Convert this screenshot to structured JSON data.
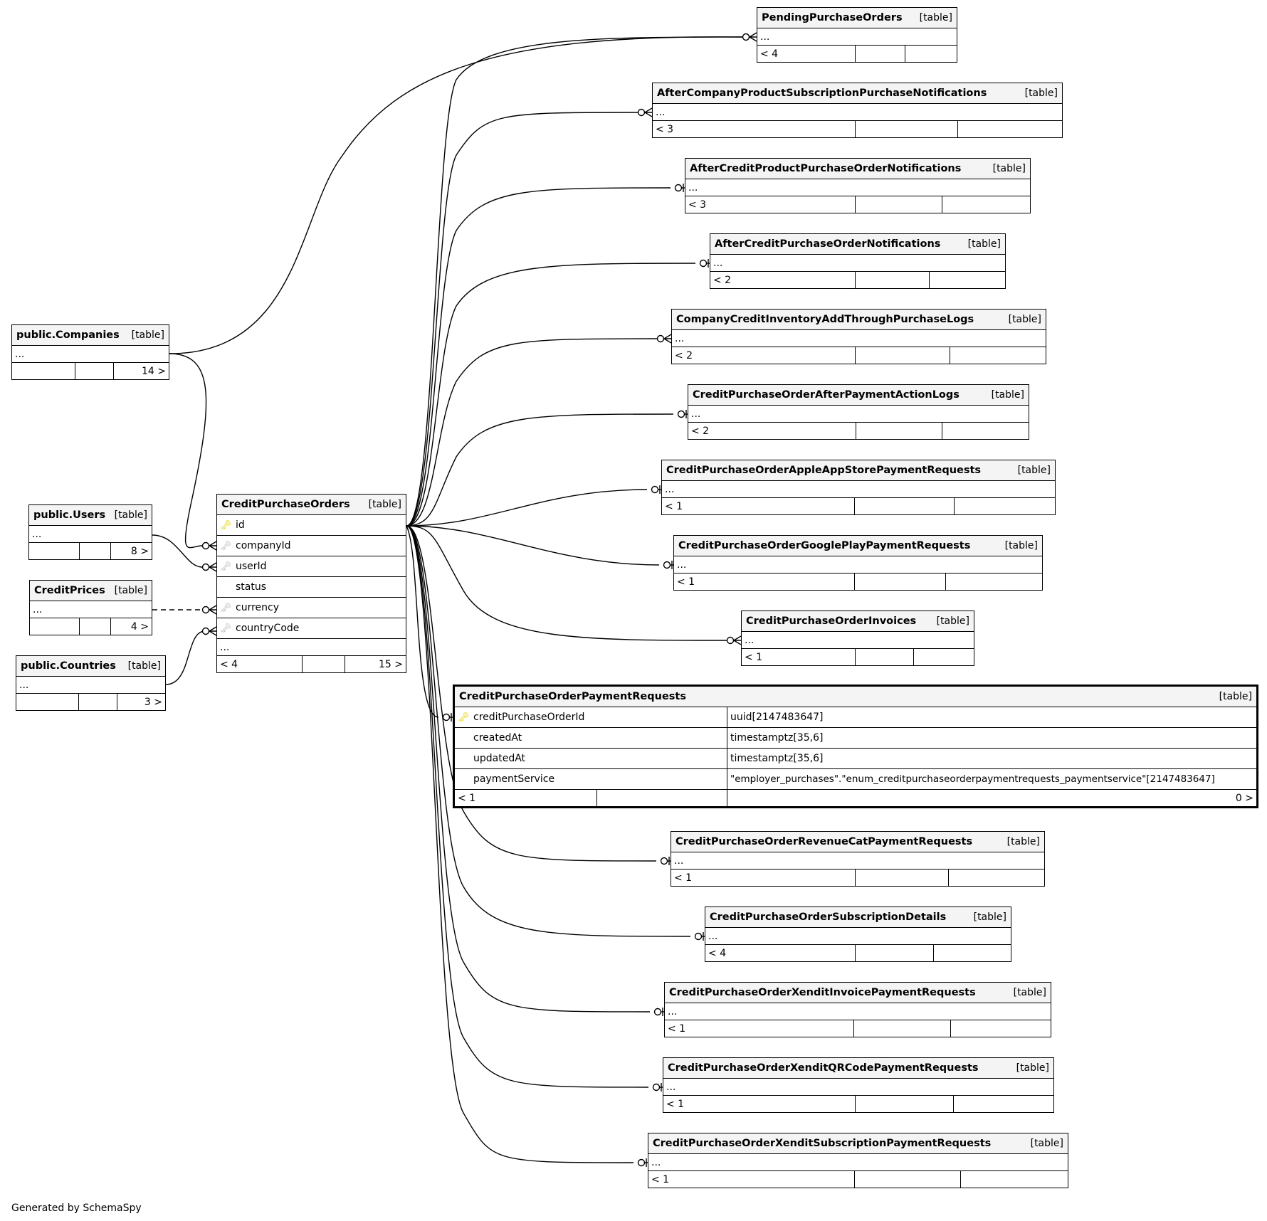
{
  "footer_text": "Generated by SchemaSpy",
  "table_kind_label": "[table]",
  "ellipsis": "...",
  "key_colors": {
    "primary": "#e0d000",
    "foreign": "#b8b8b8"
  },
  "left_tables": [
    {
      "name": "public.Companies",
      "children_count": "14 >"
    },
    {
      "name": "public.Users",
      "children_count": "8 >"
    },
    {
      "name": "CreditPrices",
      "children_count": "4 >"
    },
    {
      "name": "public.Countries",
      "children_count": "3 >"
    }
  ],
  "center_table": {
    "name": "CreditPurchaseOrders",
    "columns": [
      {
        "name": "id",
        "key": "primary"
      },
      {
        "name": "companyId",
        "key": "foreign"
      },
      {
        "name": "userId",
        "key": "foreign"
      },
      {
        "name": "status",
        "key": "none"
      },
      {
        "name": "currency",
        "key": "foreign"
      },
      {
        "name": "countryCode",
        "key": "foreign"
      }
    ],
    "parents_count": "< 4",
    "children_count": "15 >"
  },
  "focus_table": {
    "name": "CreditPurchaseOrderPaymentRequests",
    "columns": [
      {
        "name": "creditPurchaseOrderId",
        "type": "uuid[2147483647]",
        "key": "primary"
      },
      {
        "name": "createdAt",
        "type": "timestamptz[35,6]",
        "key": "none"
      },
      {
        "name": "updatedAt",
        "type": "timestamptz[35,6]",
        "key": "none"
      },
      {
        "name": "paymentService",
        "type": "\"employer_purchases\".\"enum_creditpurchaseorderpaymentrequests_paymentservice\"[2147483647]",
        "key": "none"
      }
    ],
    "parents_count": "< 1",
    "children_count": "0 >"
  },
  "right_tables": [
    {
      "name": "PendingPurchaseOrders",
      "parents_count": "< 4"
    },
    {
      "name": "AfterCompanyProductSubscriptionPurchaseNotifications",
      "parents_count": "< 3"
    },
    {
      "name": "AfterCreditProductPurchaseOrderNotifications",
      "parents_count": "< 3"
    },
    {
      "name": "AfterCreditPurchaseOrderNotifications",
      "parents_count": "< 2"
    },
    {
      "name": "CompanyCreditInventoryAddThroughPurchaseLogs",
      "parents_count": "< 2"
    },
    {
      "name": "CreditPurchaseOrderAfterPaymentActionLogs",
      "parents_count": "< 2"
    },
    {
      "name": "CreditPurchaseOrderAppleAppStorePaymentRequests",
      "parents_count": "< 1"
    },
    {
      "name": "CreditPurchaseOrderGooglePlayPaymentRequests",
      "parents_count": "< 1"
    },
    {
      "name": "CreditPurchaseOrderInvoices",
      "parents_count": "< 1"
    },
    {
      "name": "CreditPurchaseOrderRevenueCatPaymentRequests",
      "parents_count": "< 1"
    },
    {
      "name": "CreditPurchaseOrderSubscriptionDetails",
      "parents_count": "< 4"
    },
    {
      "name": "CreditPurchaseOrderXenditInvoicePaymentRequests",
      "parents_count": "< 1"
    },
    {
      "name": "CreditPurchaseOrderXenditQRCodePaymentRequests",
      "parents_count": "< 1"
    },
    {
      "name": "CreditPurchaseOrderXenditSubscriptionPaymentRequests",
      "parents_count": "< 1"
    }
  ],
  "relationships": [
    {
      "from": "public.Companies",
      "to": "CreditPurchaseOrders.companyId",
      "cardinality": "zero-or-many",
      "style": "solid"
    },
    {
      "from": "public.Users",
      "to": "CreditPurchaseOrders.userId",
      "cardinality": "zero-or-many",
      "style": "solid"
    },
    {
      "from": "CreditPrices",
      "to": "CreditPurchaseOrders.currency",
      "cardinality": "zero-or-many",
      "style": "dashed"
    },
    {
      "from": "public.Countries",
      "to": "CreditPurchaseOrders.countryCode",
      "cardinality": "zero-or-many",
      "style": "solid"
    },
    {
      "from": "public.Companies",
      "to": "PendingPurchaseOrders",
      "cardinality": "zero-or-many",
      "style": "solid"
    },
    {
      "from": "CreditPurchaseOrders.id",
      "to": "PendingPurchaseOrders",
      "cardinality": "zero-or-many",
      "style": "solid"
    },
    {
      "from": "CreditPurchaseOrders.id",
      "to": "AfterCompanyProductSubscriptionPurchaseNotifications",
      "cardinality": "zero-or-many",
      "style": "solid"
    },
    {
      "from": "CreditPurchaseOrders.id",
      "to": "AfterCreditProductPurchaseOrderNotifications",
      "cardinality": "zero-or-one",
      "style": "solid"
    },
    {
      "from": "CreditPurchaseOrders.id",
      "to": "AfterCreditPurchaseOrderNotifications",
      "cardinality": "zero-or-one",
      "style": "solid"
    },
    {
      "from": "CreditPurchaseOrders.id",
      "to": "CompanyCreditInventoryAddThroughPurchaseLogs",
      "cardinality": "zero-or-many",
      "style": "solid"
    },
    {
      "from": "CreditPurchaseOrders.id",
      "to": "CreditPurchaseOrderAfterPaymentActionLogs",
      "cardinality": "zero-or-one",
      "style": "solid"
    },
    {
      "from": "CreditPurchaseOrders.id",
      "to": "CreditPurchaseOrderAppleAppStorePaymentRequests",
      "cardinality": "zero-or-one",
      "style": "solid"
    },
    {
      "from": "CreditPurchaseOrders.id",
      "to": "CreditPurchaseOrderGooglePlayPaymentRequests",
      "cardinality": "zero-or-one",
      "style": "solid"
    },
    {
      "from": "CreditPurchaseOrders.id",
      "to": "CreditPurchaseOrderInvoices",
      "cardinality": "zero-or-many",
      "style": "solid"
    },
    {
      "from": "CreditPurchaseOrders.id",
      "to": "CreditPurchaseOrderPaymentRequests.creditPurchaseOrderId",
      "cardinality": "zero-or-one",
      "style": "solid"
    },
    {
      "from": "CreditPurchaseOrders.id",
      "to": "CreditPurchaseOrderRevenueCatPaymentRequests",
      "cardinality": "zero-or-one",
      "style": "solid"
    },
    {
      "from": "CreditPurchaseOrders.id",
      "to": "CreditPurchaseOrderSubscriptionDetails",
      "cardinality": "zero-or-one",
      "style": "solid"
    },
    {
      "from": "CreditPurchaseOrders.id",
      "to": "CreditPurchaseOrderXenditInvoicePaymentRequests",
      "cardinality": "zero-or-one",
      "style": "solid"
    },
    {
      "from": "CreditPurchaseOrders.id",
      "to": "CreditPurchaseOrderXenditQRCodePaymentRequests",
      "cardinality": "zero-or-one",
      "style": "solid"
    },
    {
      "from": "CreditPurchaseOrders.id",
      "to": "CreditPurchaseOrderXenditSubscriptionPaymentRequests",
      "cardinality": "zero-or-one",
      "style": "solid"
    }
  ]
}
